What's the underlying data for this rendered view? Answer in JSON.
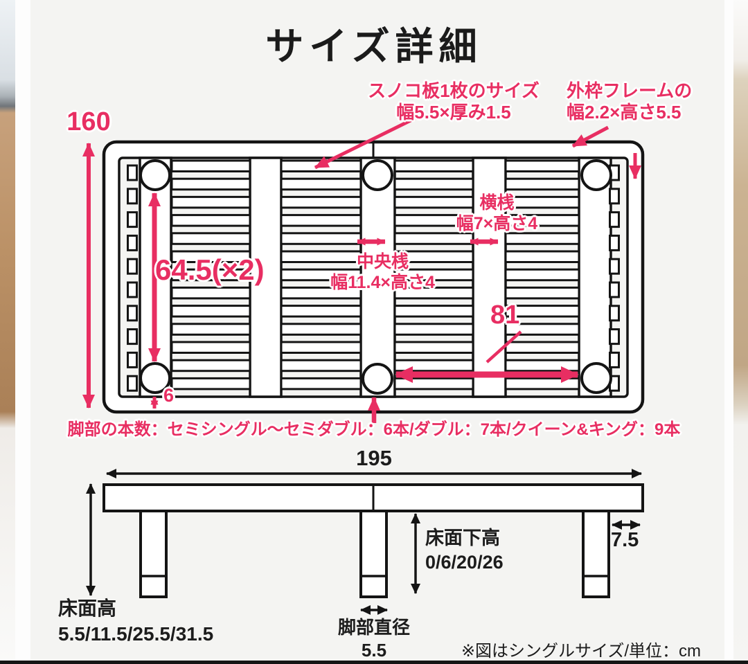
{
  "colors": {
    "accent": "#e82e62",
    "ink": "#1c1c1c",
    "background": "#f4f4f2"
  },
  "title": "サイズ詳細",
  "top_view": {
    "bed_width": "160",
    "slat_size_line1": "スノコ板1枚のサイズ",
    "slat_size_line2": "幅5.5×厚み1.5",
    "outer_frame_line1": "外枠フレームの",
    "outer_frame_line2": "幅2.2×高さ5.5",
    "cross_rail_line1": "横桟",
    "cross_rail_line2": "幅7×高さ4",
    "center_rail_line1": "中央桟",
    "center_rail_line2": "幅11.4×高さ4",
    "slat_section_length": "64.5(×2)",
    "leg_pitch": "81",
    "frame_margin": "6",
    "legs_count_note": "脚部の本数：セミシングル〜セミダブル：6本/ダブル：7本/クイーン&キング：9本"
  },
  "side_view": {
    "bed_length": "195",
    "floor_height_label": "床面高",
    "floor_height_values": "5.5/11.5/25.5/31.5",
    "under_clearance_label": "床面下高",
    "under_clearance_values": "0/6/20/26",
    "end_overhang": "7.5",
    "leg_diameter_label": "脚部直径",
    "leg_diameter_value": "5.5",
    "footnote": "※図はシングルサイズ/単位：cm"
  }
}
